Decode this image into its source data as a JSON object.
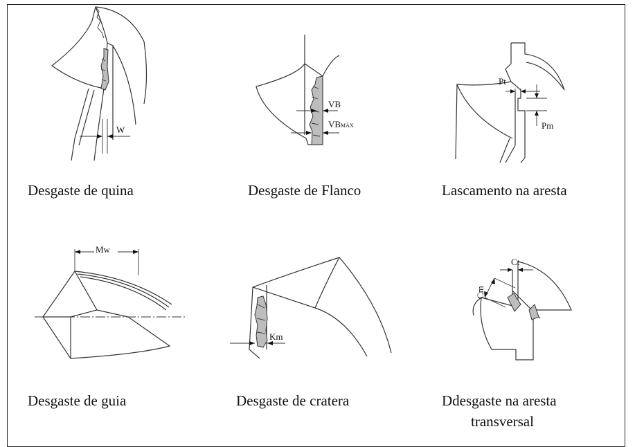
{
  "panels": [
    {
      "id": "corner",
      "caption": "Desgaste de  quina",
      "labels": {
        "w": "W"
      }
    },
    {
      "id": "flank",
      "caption": "Desgaste de  Flanco",
      "labels": {
        "vb": "VB",
        "vbmax_main": "VB",
        "vbmax_sub": "MÁX"
      }
    },
    {
      "id": "chipping",
      "caption": "Lascamento na aresta",
      "labels": {
        "pt": "Pt",
        "pm": "Pm"
      }
    },
    {
      "id": "margin",
      "caption": "Desgaste de guia",
      "labels": {
        "mw": "Mw"
      }
    },
    {
      "id": "crater",
      "caption": "Desgaste de  cratera",
      "labels": {
        "km": "Km"
      }
    },
    {
      "id": "chisel",
      "caption_line1": "Ddesgaste na aresta",
      "caption_line2": "transversal",
      "labels": {
        "ct": "Ct",
        "cm": "Cm"
      }
    }
  ]
}
